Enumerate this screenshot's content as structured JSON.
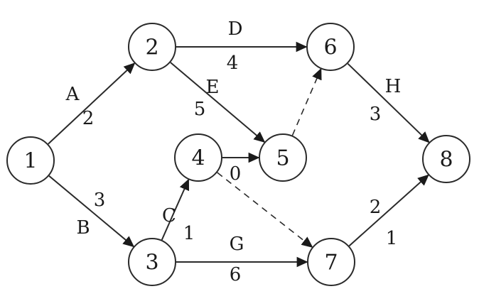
{
  "diagram": {
    "nodes": [
      {
        "id": "1",
        "label": "1"
      },
      {
        "id": "2",
        "label": "2"
      },
      {
        "id": "3",
        "label": "3"
      },
      {
        "id": "4",
        "label": "4"
      },
      {
        "id": "5",
        "label": "5"
      },
      {
        "id": "6",
        "label": "6"
      },
      {
        "id": "7",
        "label": "7"
      },
      {
        "id": "8",
        "label": "8"
      }
    ],
    "edges": [
      {
        "from": "1",
        "to": "2",
        "activity": "A",
        "duration": "2",
        "style": "solid"
      },
      {
        "from": "1",
        "to": "3",
        "activity": "B",
        "duration": "3",
        "style": "solid"
      },
      {
        "from": "3",
        "to": "4",
        "activity": "C",
        "duration": "1",
        "style": "solid"
      },
      {
        "from": "2",
        "to": "6",
        "activity": "D",
        "duration": "4",
        "style": "solid"
      },
      {
        "from": "2",
        "to": "5",
        "activity": "E",
        "duration": "5",
        "style": "solid"
      },
      {
        "from": "4",
        "to": "5",
        "activity": "",
        "duration": "0",
        "style": "solid"
      },
      {
        "from": "3",
        "to": "7",
        "activity": "G",
        "duration": "6",
        "style": "solid"
      },
      {
        "from": "6",
        "to": "8",
        "activity": "H",
        "duration": "3",
        "style": "solid"
      },
      {
        "from": "7",
        "to": "8",
        "activity": "2",
        "duration": "1",
        "style": "solid"
      },
      {
        "from": "5",
        "to": "6",
        "activity": "",
        "duration": "",
        "style": "dashed"
      },
      {
        "from": "4",
        "to": "7",
        "activity": "",
        "duration": "",
        "style": "dashed"
      }
    ]
  }
}
